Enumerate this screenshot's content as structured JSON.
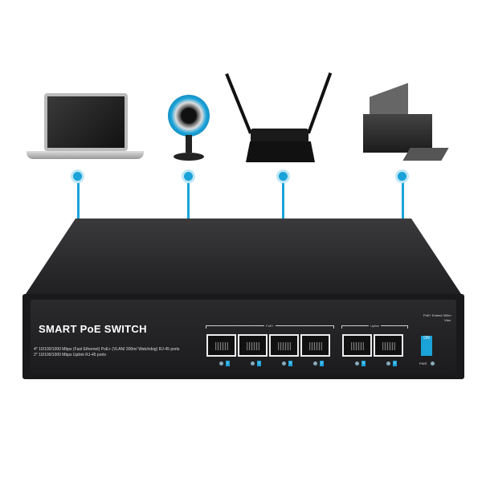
{
  "product": {
    "title": "SMART PoE SWITCH",
    "spec_lines": [
      "4* 10/100/1000 Mbps (Fast Ethernet) PoE+ (VLAN/ 300m/ Watchdog) RJ-45 ports",
      "2* 10/100/1000 Mbps Uplink RJ-45 ports"
    ],
    "poe_group_label": "PoE+",
    "uplink_group_label": "Uplink",
    "port_numbers": [
      "1",
      "2",
      "3",
      "4",
      "5",
      "6"
    ],
    "switch_labels": [
      "PoE+ Extend 300m",
      "Vlan"
    ],
    "dip_label": "ON",
    "pwr_label": "PWR"
  },
  "devices": [
    "laptop",
    "webcam",
    "router",
    "printer"
  ],
  "colors": {
    "accent": "#1aa3d9",
    "body": "#1e1e20"
  }
}
